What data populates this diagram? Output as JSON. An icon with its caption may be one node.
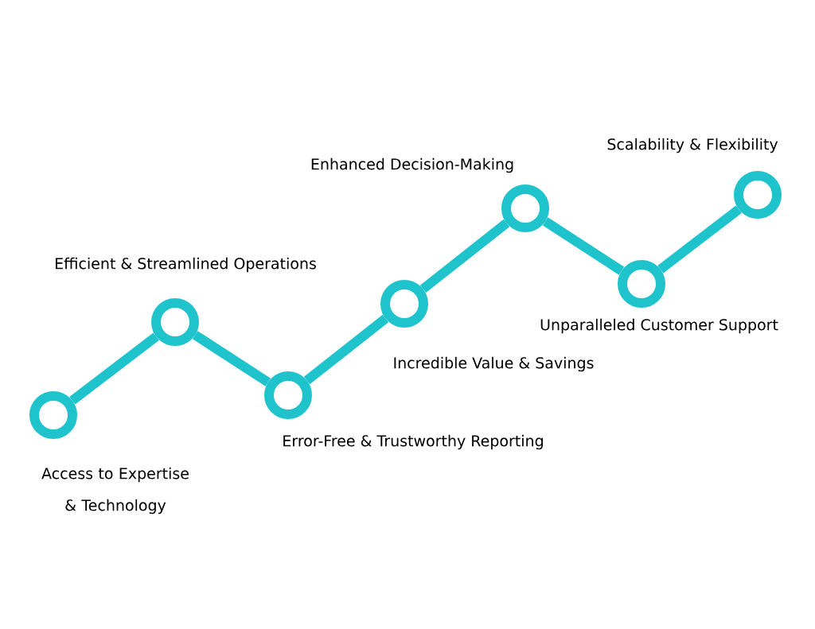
{
  "diagram": {
    "nodes": [
      {
        "text": [],
        "shape": "circle",
        "beside": [
          "Access to Expertise & Technology"
        ]
      },
      {
        "text": [],
        "shape": "circle",
        "beside": [
          "Efficient & Streamlined Operations"
        ]
      },
      {
        "text": [],
        "shape": "circle",
        "beside": [
          "Error-Free & Trustworthy Reporting"
        ]
      },
      {
        "text": [],
        "shape": "circle",
        "beside": [
          "Incredible Value & Savings"
        ]
      },
      {
        "text": [],
        "shape": "circle",
        "beside": [
          "Enhanced Decision-Making"
        ]
      },
      {
        "text": [],
        "shape": "circle",
        "beside": [
          "Unparalleled Customer Support"
        ]
      },
      {
        "text": [],
        "shape": "circle",
        "beside": [
          "Scalability & Flexibility"
        ]
      }
    ],
    "edges": [
      {
        "from": 0,
        "to": 1,
        "arrow": "none"
      },
      {
        "from": 1,
        "to": 2,
        "arrow": "none"
      },
      {
        "from": 2,
        "to": 3,
        "arrow": "none"
      },
      {
        "from": 3,
        "to": 4,
        "arrow": "none"
      },
      {
        "from": 4,
        "to": 5,
        "arrow": "none"
      },
      {
        "from": 5,
        "to": 6,
        "arrow": "none"
      }
    ]
  }
}
